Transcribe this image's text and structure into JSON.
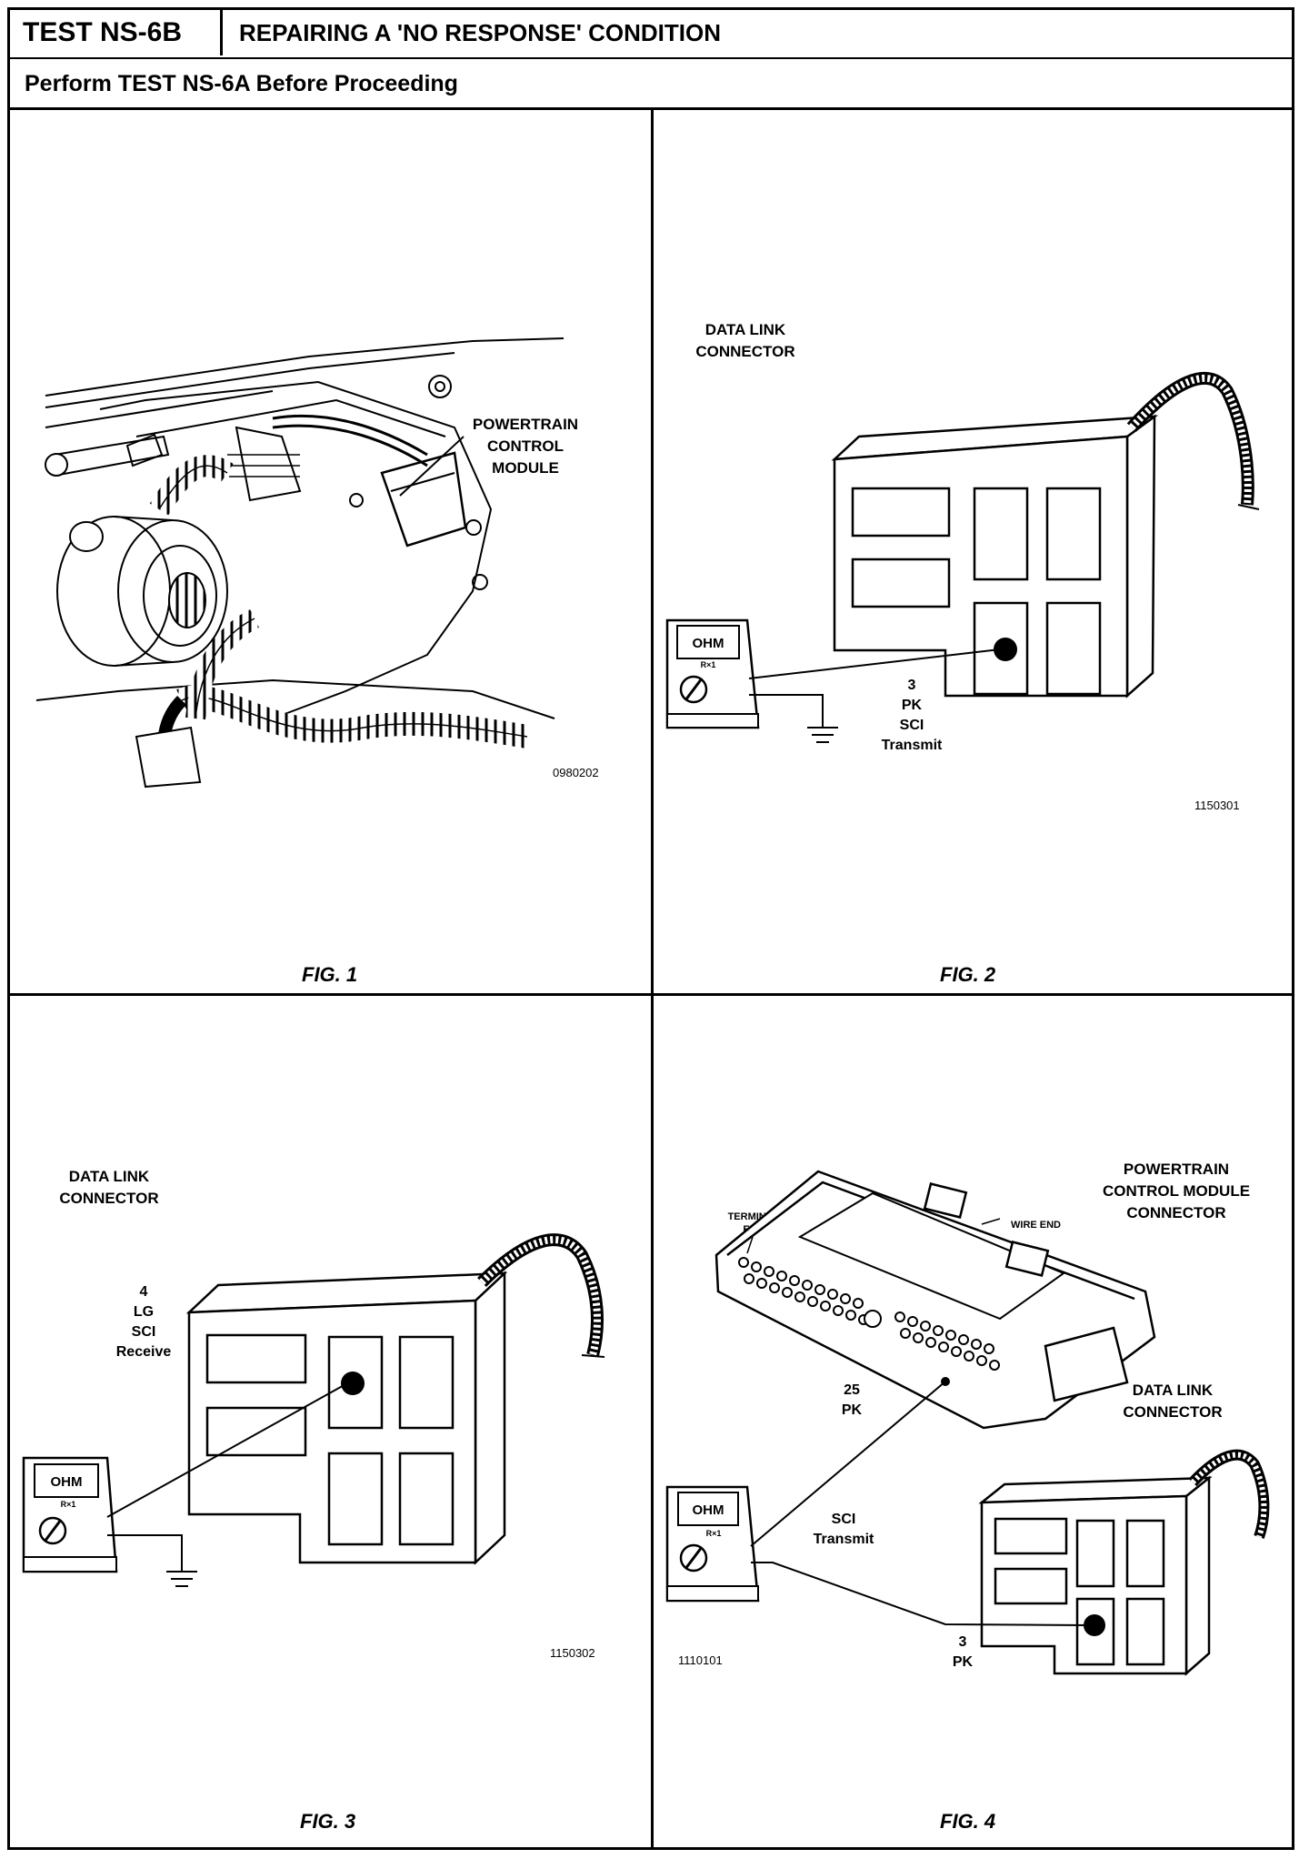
{
  "header": {
    "test_id": "TEST NS-6B",
    "title": "REPAIRING A 'NO RESPONSE' CONDITION",
    "subtitle": "Perform TEST NS-6A Before Proceeding"
  },
  "fig1": {
    "caption": "FIG. 1",
    "label_lines": [
      "POWERTRAIN",
      "CONTROL",
      "MODULE"
    ],
    "code": "0980202"
  },
  "fig2": {
    "caption": "FIG. 2",
    "connector_label": [
      "DATA LINK",
      "CONNECTOR"
    ],
    "meter_display": "OHM",
    "meter_range": "R×1",
    "pin_lines": [
      "3",
      "PK",
      "SCI",
      "Transmit"
    ],
    "code": "1150301"
  },
  "fig3": {
    "caption": "FIG. 3",
    "connector_label": [
      "DATA LINK",
      "CONNECTOR"
    ],
    "meter_display": "OHM",
    "meter_range": "R×1",
    "pin_lines": [
      "4",
      "LG",
      "SCI",
      "Receive"
    ],
    "code": "1150302"
  },
  "fig4": {
    "caption": "FIG. 4",
    "pcm_label": [
      "POWERTRAIN",
      "CONTROL MODULE",
      "CONNECTOR"
    ],
    "terminal_end": [
      "TERMINAL",
      "END"
    ],
    "wire_end": "WIRE END",
    "dlc_label": [
      "DATA LINK",
      "CONNECTOR"
    ],
    "meter_display": "OHM",
    "meter_range": "R×1",
    "pin25_lines": [
      "25",
      "PK"
    ],
    "sci_lines": [
      "SCI",
      "Transmit"
    ],
    "pin3_lines": [
      "3",
      "PK"
    ],
    "code": "1110101"
  },
  "colors": {
    "ink": "#000000",
    "paper": "#ffffff"
  }
}
